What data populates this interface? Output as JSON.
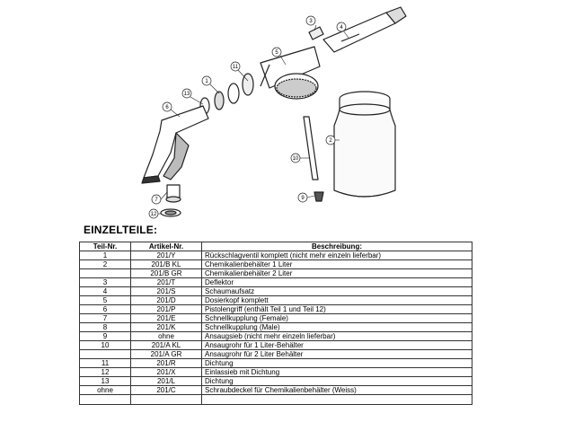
{
  "diagram": {
    "callouts": [
      "3",
      "4",
      "5",
      "11",
      "1",
      "13",
      "6",
      "2",
      "10",
      "9",
      "7",
      "12"
    ]
  },
  "heading": "EINZELTEILE:",
  "table": {
    "headers": [
      "Teil-Nr.",
      "Artikel-Nr.",
      "Beschreibung:"
    ],
    "rows": [
      [
        "1",
        "201/Y",
        "Rückschlagventil komplett (nicht mehr einzeln lieferbar)"
      ],
      [
        "2",
        "201/B KL",
        "Chemikalienbehälter 1 Liter"
      ],
      [
        "",
        "201/B GR",
        "Chemikalienbehälter 2 Liter"
      ],
      [
        "3",
        "201/T",
        "Deflektor"
      ],
      [
        "4",
        "201/S",
        "Schaumaufsatz"
      ],
      [
        "5",
        "201/D",
        "Dosierkopf komplett"
      ],
      [
        "6",
        "201/P",
        "Pistolengriff (enthält Teil 1 und Teil 12)"
      ],
      [
        "7",
        "201/E",
        "Schnellkupplung (Female)"
      ],
      [
        "8",
        "201/K",
        "Schnellkupplung (Male)"
      ],
      [
        "9",
        "ohne",
        "Ansaugsieb (nicht mehr einzeln lieferbar)"
      ],
      [
        "10",
        "201/A KL",
        "Ansaugrohr für 1 Liter-Behälter"
      ],
      [
        "",
        "201/A GR",
        "Ansaugrohr für 2 Liter Behälter"
      ],
      [
        "11",
        "201/R",
        "Dichtung"
      ],
      [
        "12",
        "201/X",
        "Einlassieb mit Dichtung"
      ],
      [
        "13",
        "201/L",
        "Dichtung"
      ],
      [
        "ohne",
        "201/C",
        "Schraubdeckel für Chemikalienbehälter (Weiss)"
      ],
      [
        "",
        "",
        ""
      ]
    ]
  }
}
